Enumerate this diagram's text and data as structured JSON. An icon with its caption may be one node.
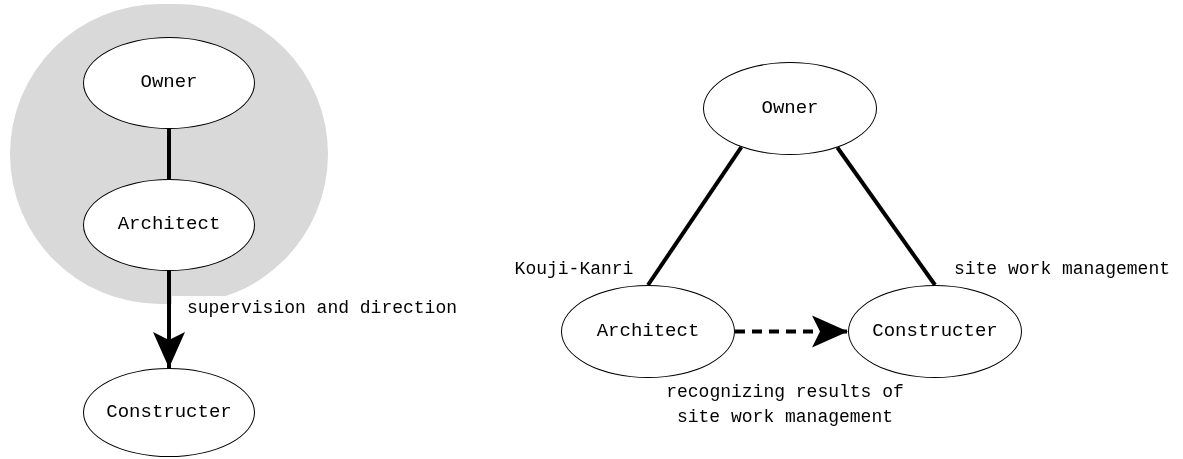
{
  "diagram": {
    "nodes": [
      {
        "text": [],
        "shape": "circle"
      },
      {
        "text": [
          "Owner"
        ],
        "in": 0
      },
      {
        "text": [
          "Architect"
        ],
        "in": 0
      },
      {
        "text": [
          "Constructer"
        ]
      },
      {
        "text": [
          "Owner"
        ]
      },
      {
        "text": [
          "Architect"
        ]
      },
      {
        "text": [
          "Constructer"
        ]
      }
    ],
    "edges": [
      {
        "from": 1,
        "to": 2,
        "arrow": "none"
      },
      {
        "from": 2,
        "to": 3,
        "arrow": "to",
        "label": "supervision and direction"
      },
      {
        "from": 4,
        "to": 5,
        "arrow": "none",
        "label": "Kouji-Kanri"
      },
      {
        "from": 4,
        "to": 6,
        "arrow": "none",
        "label": "site work management"
      },
      {
        "from": 5,
        "to": 6,
        "arrow": "to",
        "style": "dashed",
        "label": "recognizing results of site work management"
      }
    ]
  }
}
